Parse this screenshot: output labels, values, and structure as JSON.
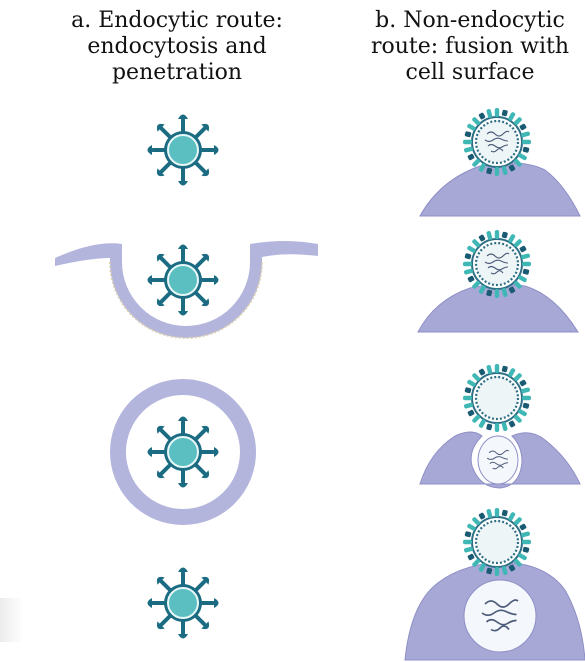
{
  "headings": {
    "a": "a. Endocytic route:\nendocytosis and\npenetration",
    "b": "b. Non-endocytic\nroute: fusion with\ncell surface"
  },
  "colors": {
    "membrane": "#b3b5dd",
    "cell": "#a8a8d6",
    "cell_edge": "#8e8fc6",
    "virus_body": "#5bbfc2",
    "virus_ring": "#1b6c82",
    "spike_teal": "#3fb7b5",
    "spike_dark": "#1a5b73",
    "content_fill": "#eef5f6",
    "rna_line": "#4c5c7a"
  },
  "icons": {
    "virus": "virus-icon",
    "enveloped_virus": "enveloped-virus-icon",
    "cell": "cell-membrane-shape",
    "endosome": "endosome-ring"
  }
}
